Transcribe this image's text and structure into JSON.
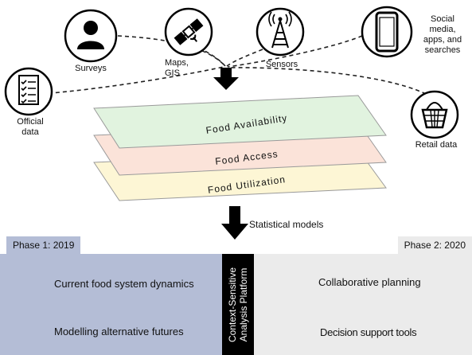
{
  "sources": {
    "surveys": "Surveys",
    "maps_gis": "Maps,\nGIS",
    "sensors": "Sensors",
    "social": "Social\nmedia,\napps, and\nsearches",
    "official": "Official\ndata",
    "retail": "Retail data"
  },
  "layers": [
    "Food Availability",
    "Food Access",
    "Food Utilization"
  ],
  "layer_colors": [
    "#e1f3df",
    "#fbe3d9",
    "#fdf6d5"
  ],
  "statistical_models": "Statistical models",
  "phases": {
    "left": {
      "tag": "Phase 1: 2019",
      "color": "#b4bdd6",
      "items": [
        {
          "icon": "map-pin-icon",
          "label": "Current food system dynamics"
        },
        {
          "icon": "line-chart-icon",
          "label": "Modelling alternative futures"
        }
      ]
    },
    "right": {
      "tag": "Phase 2: 2020",
      "color": "#ebebeb",
      "items": [
        {
          "icon": "pie-chart-icon",
          "label": "Collaborative planning"
        },
        {
          "icon": "target-icon",
          "label": "Decision support tools"
        }
      ]
    }
  },
  "platform": "Context-Sensitive\nAnalysis Platform"
}
